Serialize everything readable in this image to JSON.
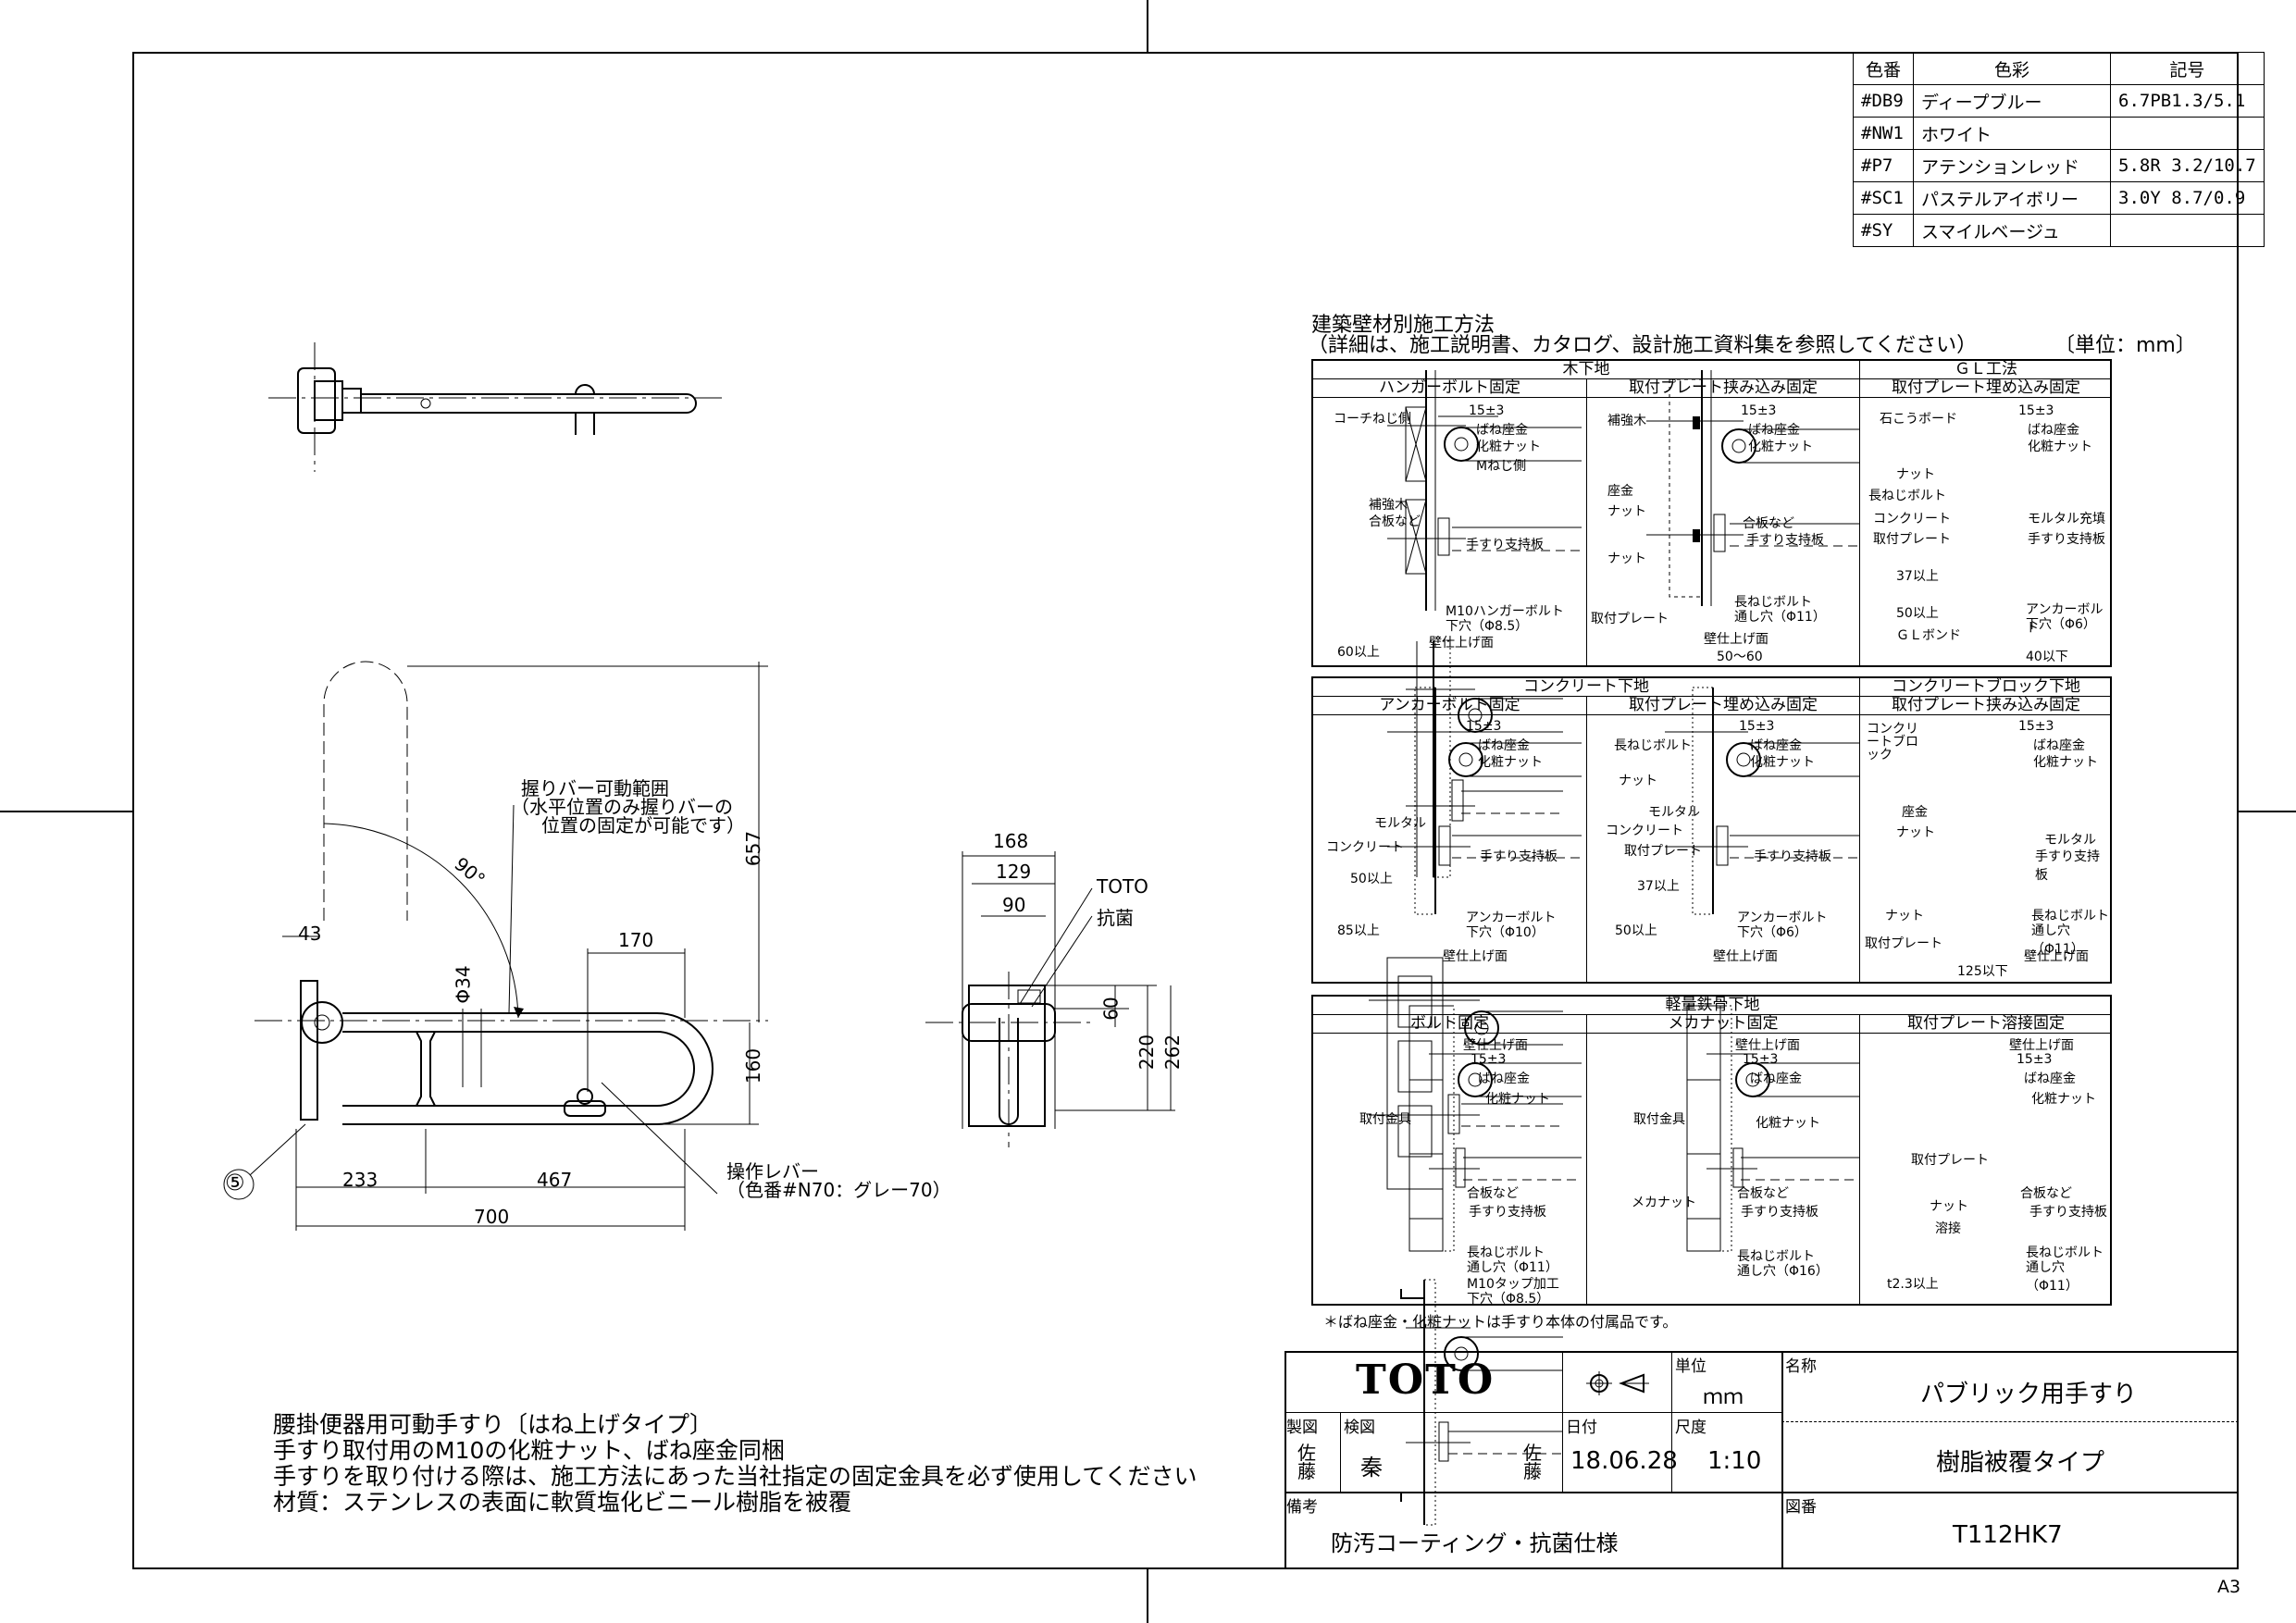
{
  "color_table": {
    "headers": [
      "色番",
      "色彩",
      "記号"
    ],
    "rows": [
      [
        "#DB9",
        "ディープブルー",
        "6.7PB1.3/5.1"
      ],
      [
        "#NW1",
        "ホワイト",
        ""
      ],
      [
        "#P7",
        "アテンションレッド",
        "5.8R 3.2/10.7"
      ],
      [
        "#SC1",
        "パステルアイボリー",
        "3.0Y 8.7/0.9"
      ],
      [
        "#SY",
        "スマイルベージュ",
        ""
      ]
    ]
  },
  "install": {
    "title": "建築壁材別施工方法",
    "subtitle": "（詳細は、施工説明書、カタログ、設計施工資料集を参照してください）",
    "unit": "〔単位：mm〕",
    "groups": {
      "wood": "木下地",
      "gl": "ＧＬ工法",
      "concrete": "コンクリート下地",
      "block": "コンクリートブロック下地",
      "steel": "軽量鉄骨下地"
    },
    "methods": {
      "hanger": "ハンガーボルト固定",
      "plate_clamp": "取付プレート挟み込み固定",
      "plate_embed": "取付プレート埋め込み固定",
      "anchor": "アンカーボルト固定",
      "bolt": "ボルト固定",
      "mecha_nut": "メカナット固定",
      "plate_weld": "取付プレート溶接固定"
    },
    "labels": {
      "spring_washer": "ばね座金",
      "cosmetic_nut": "化粧ナット",
      "support_plate": "手すり支持板",
      "finish_face": "壁仕上げ面",
      "plywood": "合板など",
      "nut": "ナット",
      "long_bolt": "長ねじボルト",
      "d15": "15±3",
      "d60": "60以上",
      "d5060": "50～60",
      "d40": "40以下",
      "d50": "50以上",
      "d37": "37以上",
      "d85": "85以上",
      "d125": "125以下",
      "d23": "t2.3以上",
      "coach": "コーチねじ側",
      "m_screw": "Mねじ側",
      "reinforce": "補強木",
      "m10_hanger": "M10ハンガーボルト",
      "pilot85": "下穴（Φ8.5）",
      "zagane": "座金",
      "mount_plate": "取付プレート",
      "through11": "通し穴（Φ11）",
      "gypsum": "石こうボード",
      "mortar_fill": "モルタル充填",
      "gl_bond": "ＧＬボンド",
      "anchor_bolt": "アンカーボルト",
      "pilot6": "下穴（Φ6）",
      "pilot10": "下穴（Φ10）",
      "mortar": "モルタル",
      "concrete": "コンクリート",
      "concrete_block": "コンクリートブロック",
      "mount_metal": "取付金具",
      "mecha_nut": "メカナット",
      "through16": "通し穴（Φ16）",
      "m10_tap": "M10タップ加工",
      "weld": "溶接"
    },
    "footnote": "＊ばね座金・化粧ナットは手すり本体の付属品です。"
  },
  "drawing": {
    "range_label": "握りバー可動範囲",
    "range_note_1": "（水平位置のみ握りバーの",
    "range_note_2": "位置の固定が可能です）",
    "angle": "90°",
    "lever_label": "操作レバー",
    "lever_color": "（色番#N70：グレー70）",
    "dims": {
      "d657": "657",
      "d43": "43",
      "d170": "170",
      "d34": "Φ34",
      "d160": "160",
      "d233": "233",
      "d467": "467",
      "d700": "700",
      "d168": "168",
      "d129": "129",
      "d90": "90",
      "d60": "60",
      "d220": "220",
      "d262": "262"
    },
    "toto_tag": "TOTO",
    "antibac_tag": "抗菌",
    "item_no": "⑤"
  },
  "title_block": {
    "logo": "TOTO",
    "unit_label": "単位",
    "unit_value": "ｍｍ",
    "name_label": "名称",
    "name_value": "パブリック用手すり",
    "name_sub": "樹脂被覆タイプ",
    "drawn_label": "製図",
    "drawn_stamp": "佐藤",
    "checked_label": "検図",
    "checked_name": "秦",
    "checked_stamp": "佐藤",
    "date_label": "日付",
    "date_value": "18.06.28",
    "scale_label": "尺度",
    "scale_value": "1:10",
    "remarks_label": "備考",
    "remarks_value": "防汚コーティング・抗菌仕様",
    "drawing_no_label": "図番",
    "drawing_no": "T112HK7"
  },
  "description": [
    "腰掛便器用可動手すり〔はね上げタイプ〕",
    "手すり取付用のM10の化粧ナット、ばね座金同梱",
    "手すりを取り付ける際は、施工方法にあった当社指定の固定金具を必ず使用してください",
    "材質：ステンレスの表面に軟質塩化ビニール樹脂を被覆"
  ],
  "paper_size": "A3"
}
